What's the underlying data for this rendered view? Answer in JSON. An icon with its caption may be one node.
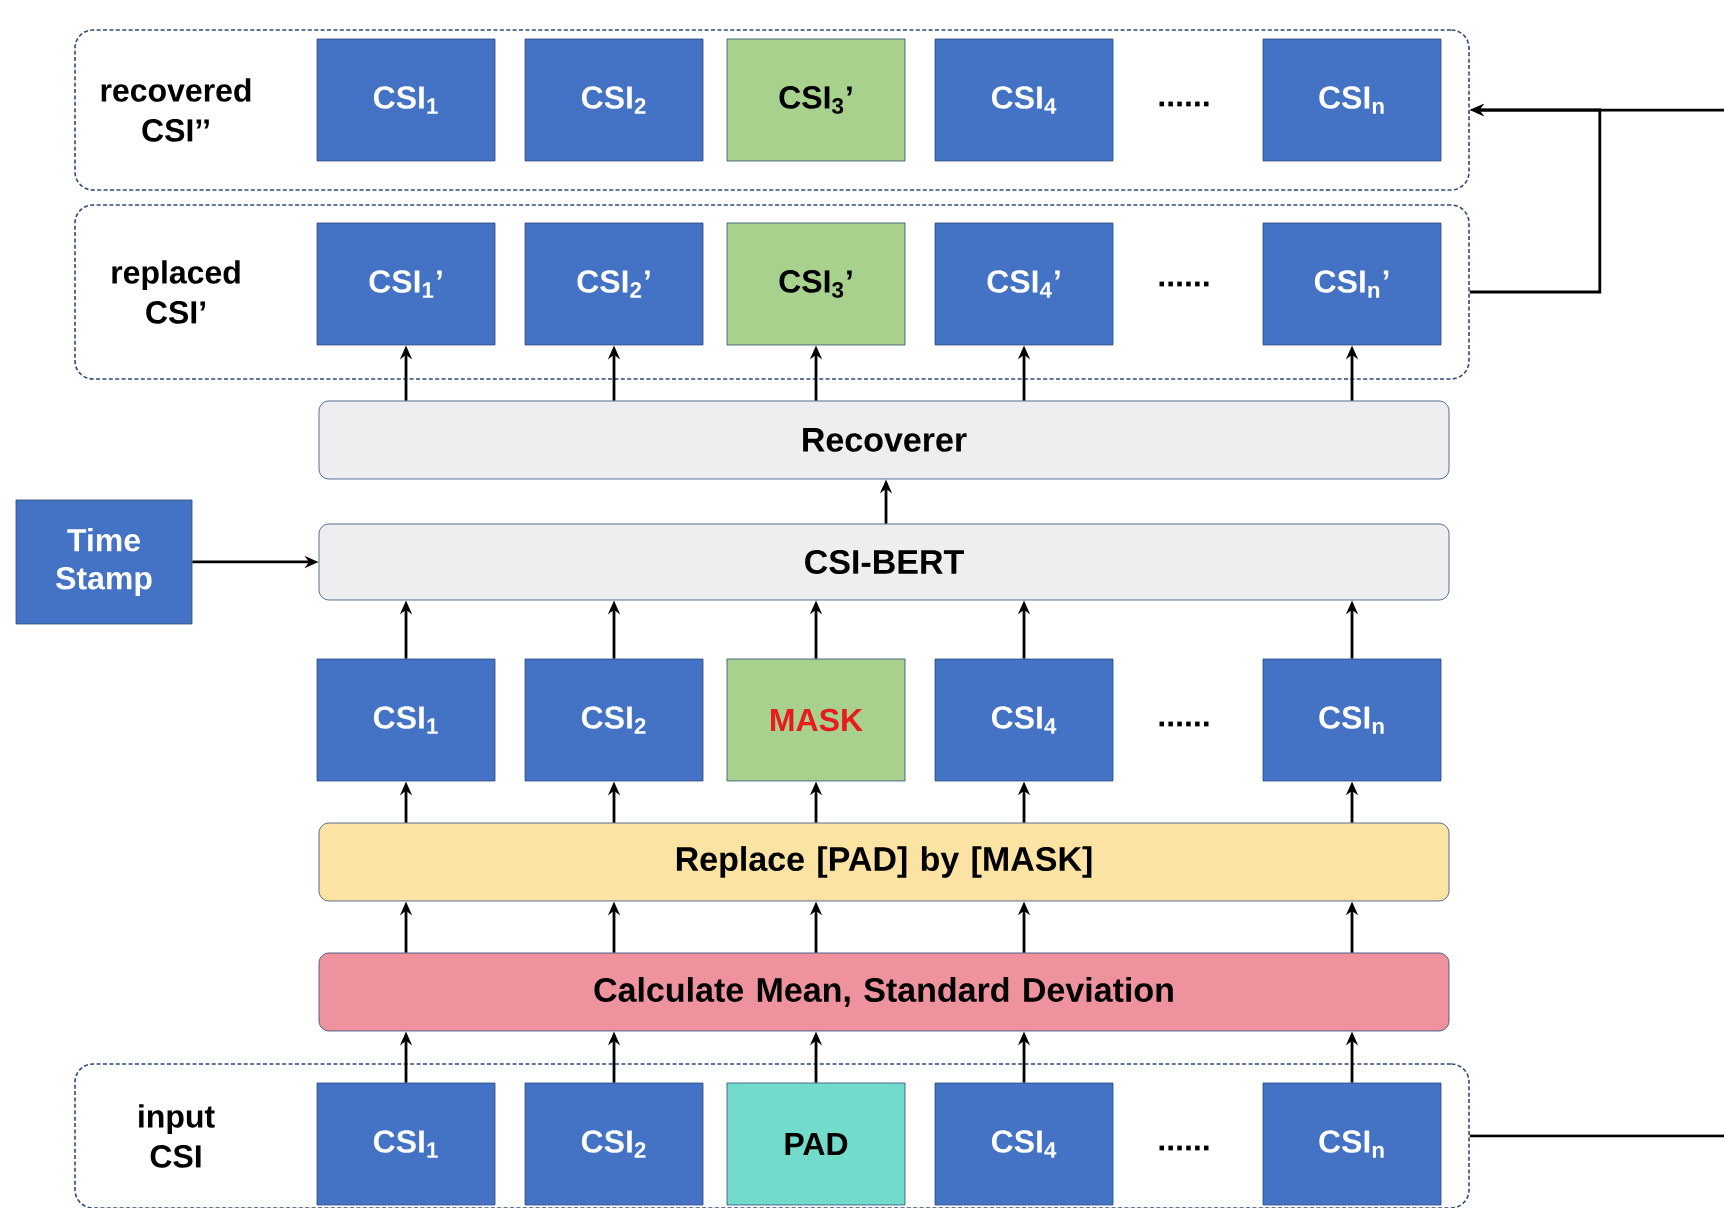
{
  "diagram": {
    "nodes": [
      {
        "text": [
          "recovered CSI’’"
        ]
      },
      {
        "text": [
          "CSI$_{1}$"
        ],
        "in": 0
      },
      {
        "text": [
          "CSI$_{2}$"
        ],
        "in": 0
      },
      {
        "text": [
          "CSI$_{3}$’"
        ],
        "in": 0
      },
      {
        "text": [
          "CSI$_{4}$"
        ],
        "in": 0
      },
      {
        "text": [
          "CSI$_{n}$"
        ],
        "in": 0
      },
      {
        "text": [
          "replaced CSI’"
        ]
      },
      {
        "text": [
          "CSI$_{1}$’"
        ],
        "in": 6
      },
      {
        "text": [
          "CSI$_{2}$’"
        ],
        "in": 6
      },
      {
        "text": [
          "CSI$_{3}$’"
        ],
        "in": 6
      },
      {
        "text": [
          "CSI$_{4}$’"
        ],
        "in": 6
      },
      {
        "text": [
          "CSI$_{n}$’"
        ],
        "in": 6
      },
      {
        "text": [
          "Recoverer"
        ]
      },
      {
        "text": [
          "Time Stamp"
        ]
      },
      {
        "text": [
          "CSI-BERT"
        ]
      },
      {
        "text": [
          "CSI$_{1}$"
        ]
      },
      {
        "text": [
          "CSI$_{2}$"
        ]
      },
      {
        "text": [
          "MASK"
        ]
      },
      {
        "text": [
          "CSI$_{4}$"
        ]
      },
      {
        "text": [
          "CSI$_{n}$"
        ]
      },
      {
        "text": [
          "Replace [PAD] by [MASK]"
        ]
      },
      {
        "text": [
          "Calculate Mean, Standard Deviation"
        ]
      },
      {
        "text": [
          "input CSI"
        ]
      },
      {
        "text": [
          "CSI$_{1}$"
        ],
        "in": 22
      },
      {
        "text": [
          "CSI$_{2}$"
        ],
        "in": 22
      },
      {
        "text": [
          "PAD"
        ],
        "in": 22
      },
      {
        "text": [
          "CSI$_{4}$"
        ],
        "in": 22
      },
      {
        "text": [
          "CSI$_{n}$"
        ],
        "in": 22
      }
    ],
    "edges": [
      {
        "from": 12,
        "to": 7,
        "arrow": "to"
      },
      {
        "from": 12,
        "to": 8,
        "arrow": "to"
      },
      {
        "from": 12,
        "to": 9,
        "arrow": "to"
      },
      {
        "from": 12,
        "to": 10,
        "arrow": "to"
      },
      {
        "from": 12,
        "to": 11,
        "arrow": "to"
      },
      {
        "from": 14,
        "to": 12,
        "arrow": "to"
      },
      {
        "from": 13,
        "to": 14,
        "arrow": "to"
      },
      {
        "from": 15,
        "to": 14,
        "arrow": "to"
      },
      {
        "from": 16,
        "to": 14,
        "arrow": "to"
      },
      {
        "from": 17,
        "to": 14,
        "arrow": "to"
      },
      {
        "from": 18,
        "to": 14,
        "arrow": "to"
      },
      {
        "from": 19,
        "to": 14,
        "arrow": "to"
      },
      {
        "from": 20,
        "to": 15,
        "arrow": "to"
      },
      {
        "from": 20,
        "to": 16,
        "arrow": "to"
      },
      {
        "from": 20,
        "to": 17,
        "arrow": "to"
      },
      {
        "from": 20,
        "to": 18,
        "arrow": "to"
      },
      {
        "from": 20,
        "to": 19,
        "arrow": "to"
      },
      {
        "from": 21,
        "to": 20,
        "arrow": "to"
      },
      {
        "from": 21,
        "to": 20,
        "arrow": "to"
      },
      {
        "from": 21,
        "to": 20,
        "arrow": "to"
      },
      {
        "from": 21,
        "to": 20,
        "arrow": "to"
      },
      {
        "from": 21,
        "to": 20,
        "arrow": "to"
      },
      {
        "from": 23,
        "to": 21,
        "arrow": "to"
      },
      {
        "from": 24,
        "to": 21,
        "arrow": "to"
      },
      {
        "from": 25,
        "to": 21,
        "arrow": "to"
      },
      {
        "from": 26,
        "to": 21,
        "arrow": "to"
      },
      {
        "from": 27,
        "to": 21,
        "arrow": "to"
      },
      {
        "from": 6,
        "to": 0,
        "arrow": "to"
      },
      {
        "from": null,
        "to": 0,
        "arrow": "to"
      },
      {
        "from": 22,
        "to": null,
        "arrow": "none"
      }
    ],
    "labels": [
      "......",
      "......",
      "......",
      "......"
    ]
  }
}
